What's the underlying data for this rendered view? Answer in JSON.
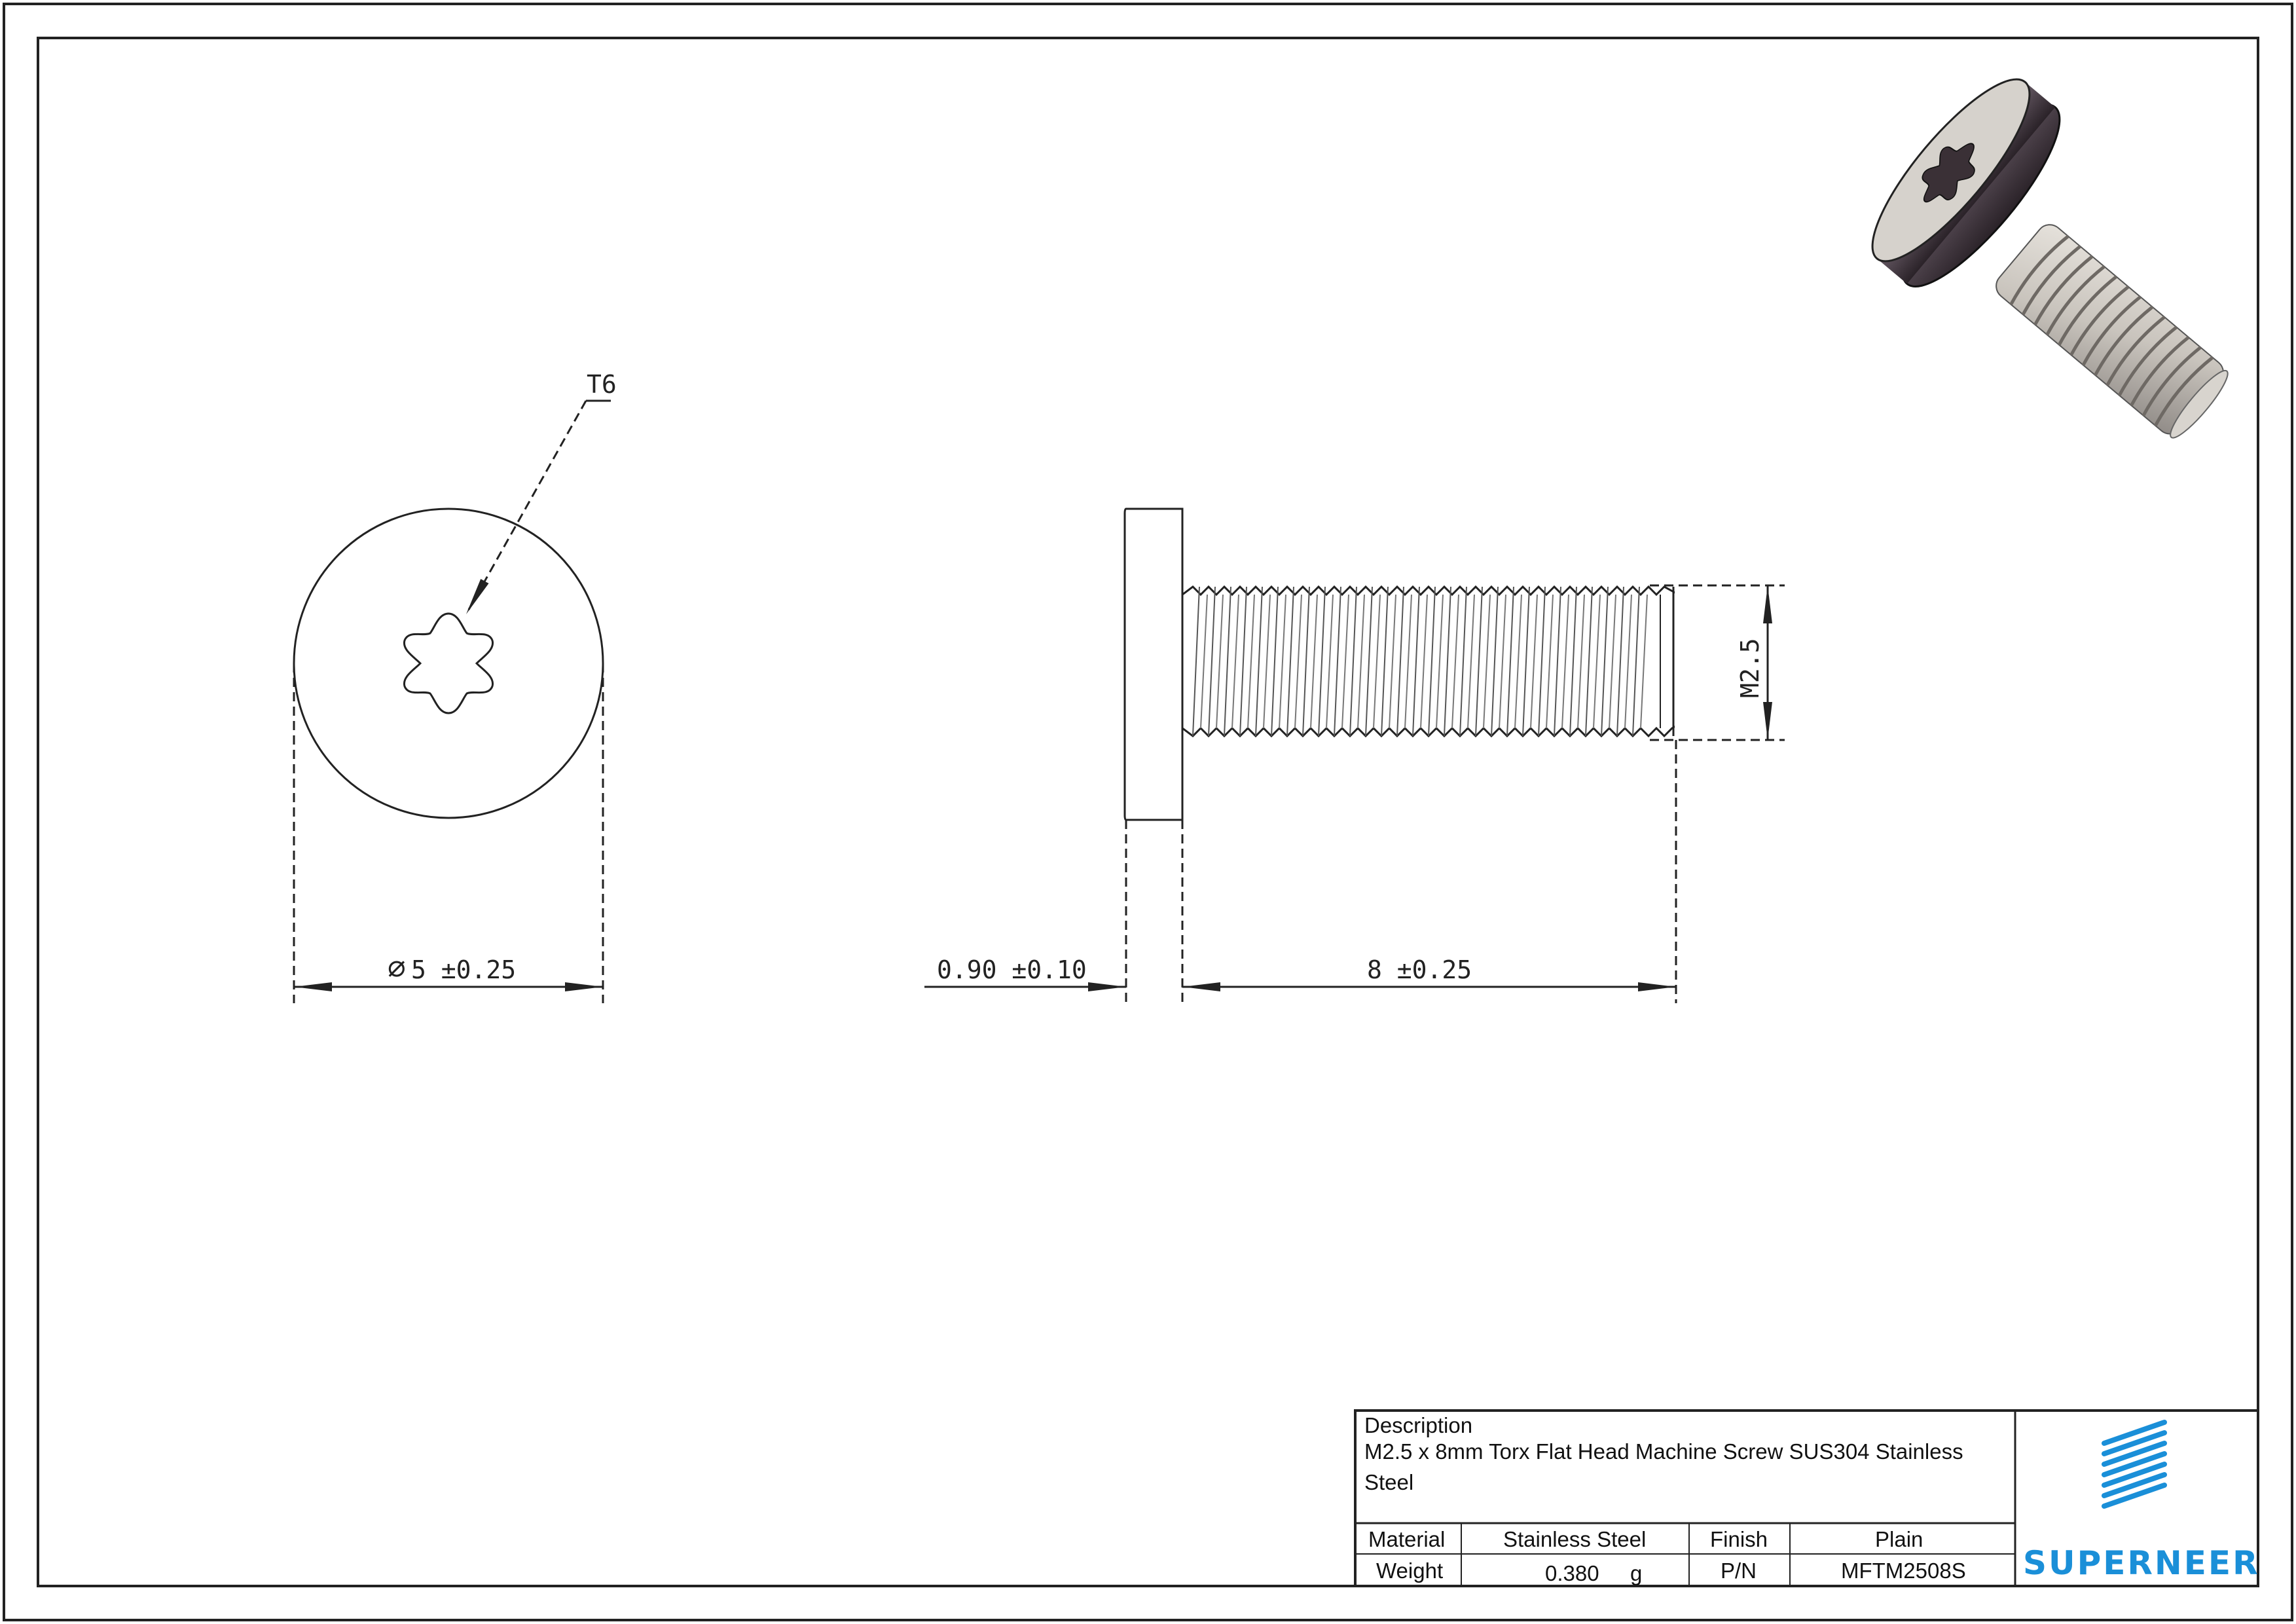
{
  "drawing": {
    "callout_label": "T6",
    "diameter_symbol": "∅",
    "dim_diameter": "5 ±0.25",
    "dim_head_thickness": "0.90 ±0.10",
    "dim_length": "8 ±0.25",
    "dim_thread": "M2.5"
  },
  "title_block": {
    "description_label": "Description",
    "description_line1": "M2.5 x 8mm Torx Flat Head Machine Screw SUS304 Stainless",
    "description_line2": "Steel",
    "material_label": "Material",
    "material_value": "Stainless Steel",
    "finish_label": "Finish",
    "finish_value": "Plain",
    "weight_label": "Weight",
    "weight_value": "0.380",
    "weight_unit": "g",
    "pn_label": "P/N",
    "pn_value": "MFTM2508S",
    "logo_text": "SUPERNEER"
  },
  "colors": {
    "line": "#222222",
    "logo": "#1a8fd8",
    "screw_metal": "#c8c4bc",
    "screw_dark": "#3a3038"
  }
}
